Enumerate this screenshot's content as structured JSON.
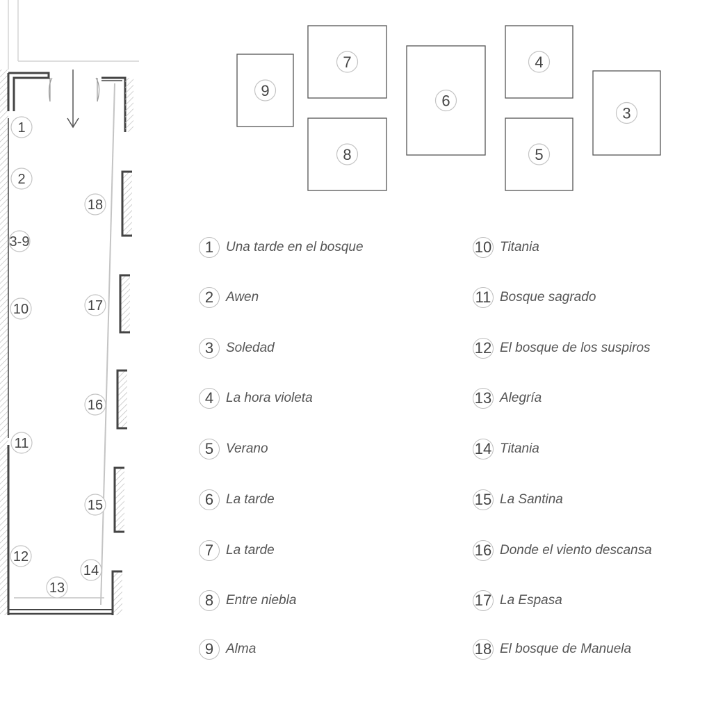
{
  "floor_plan": {
    "markers": [
      {
        "label": "1"
      },
      {
        "label": "2"
      },
      {
        "label": "3-9"
      },
      {
        "label": "10"
      },
      {
        "label": "11"
      },
      {
        "label": "12"
      },
      {
        "label": "13"
      },
      {
        "label": "14"
      },
      {
        "label": "15"
      },
      {
        "label": "16"
      },
      {
        "label": "17"
      },
      {
        "label": "18"
      }
    ]
  },
  "wall_layout": {
    "frames": [
      {
        "label": "9"
      },
      {
        "label": "7"
      },
      {
        "label": "8"
      },
      {
        "label": "6"
      },
      {
        "label": "4"
      },
      {
        "label": "5"
      },
      {
        "label": "3"
      }
    ]
  },
  "legend": {
    "left": [
      {
        "num": "1",
        "title": "Una tarde en el bosque"
      },
      {
        "num": "2",
        "title": "Awen"
      },
      {
        "num": "3",
        "title": "Soledad"
      },
      {
        "num": "4",
        "title": "La hora violeta"
      },
      {
        "num": "5",
        "title": "Verano"
      },
      {
        "num": "6",
        "title": "La tarde"
      },
      {
        "num": "7",
        "title": "La tarde"
      },
      {
        "num": "8",
        "title": "Entre niebla"
      },
      {
        "num": "9",
        "title": "Alma"
      }
    ],
    "right": [
      {
        "num": "10",
        "title": "Titania"
      },
      {
        "num": "11",
        "title": "Bosque sagrado"
      },
      {
        "num": "12",
        "title": "El bosque de los suspiros"
      },
      {
        "num": "13",
        "title": "Alegría"
      },
      {
        "num": "14",
        "title": "Titania"
      },
      {
        "num": "15",
        "title": "La Santina"
      },
      {
        "num": "16",
        "title": "Donde el viento descansa"
      },
      {
        "num": "17",
        "title": "La Espasa"
      },
      {
        "num": "18",
        "title": "El bosque de Manuela"
      }
    ]
  }
}
